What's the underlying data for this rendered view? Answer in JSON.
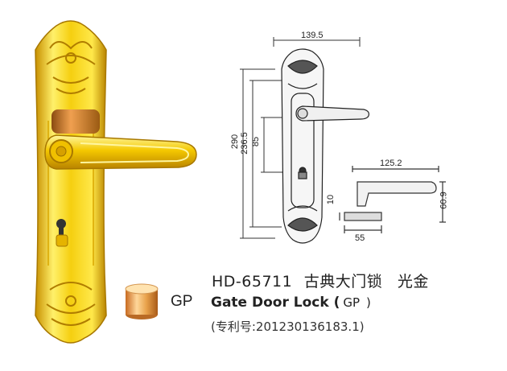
{
  "product": {
    "model": "HD-65711",
    "name_cn": "古典大门锁",
    "finish_cn": "光金",
    "name_en": "Gate Door Lock (",
    "finish_code": "GP",
    "name_en_close": ")",
    "patent": "(专利号:201230136183.1)"
  },
  "swatch": {
    "label": "GP",
    "color": "#e8a14a"
  },
  "dimensions": {
    "plate_width": "139.5",
    "total_height": "290",
    "hole_to_hole": "236.5",
    "center_distance": "85",
    "lever_length": "125.2",
    "rose_height": "10",
    "lever_height": "60.9",
    "rose_diameter": "55"
  },
  "colors": {
    "gold": "#f2c500",
    "gold_dark": "#c99700",
    "gold_light": "#fff27a",
    "line": "#333333"
  }
}
